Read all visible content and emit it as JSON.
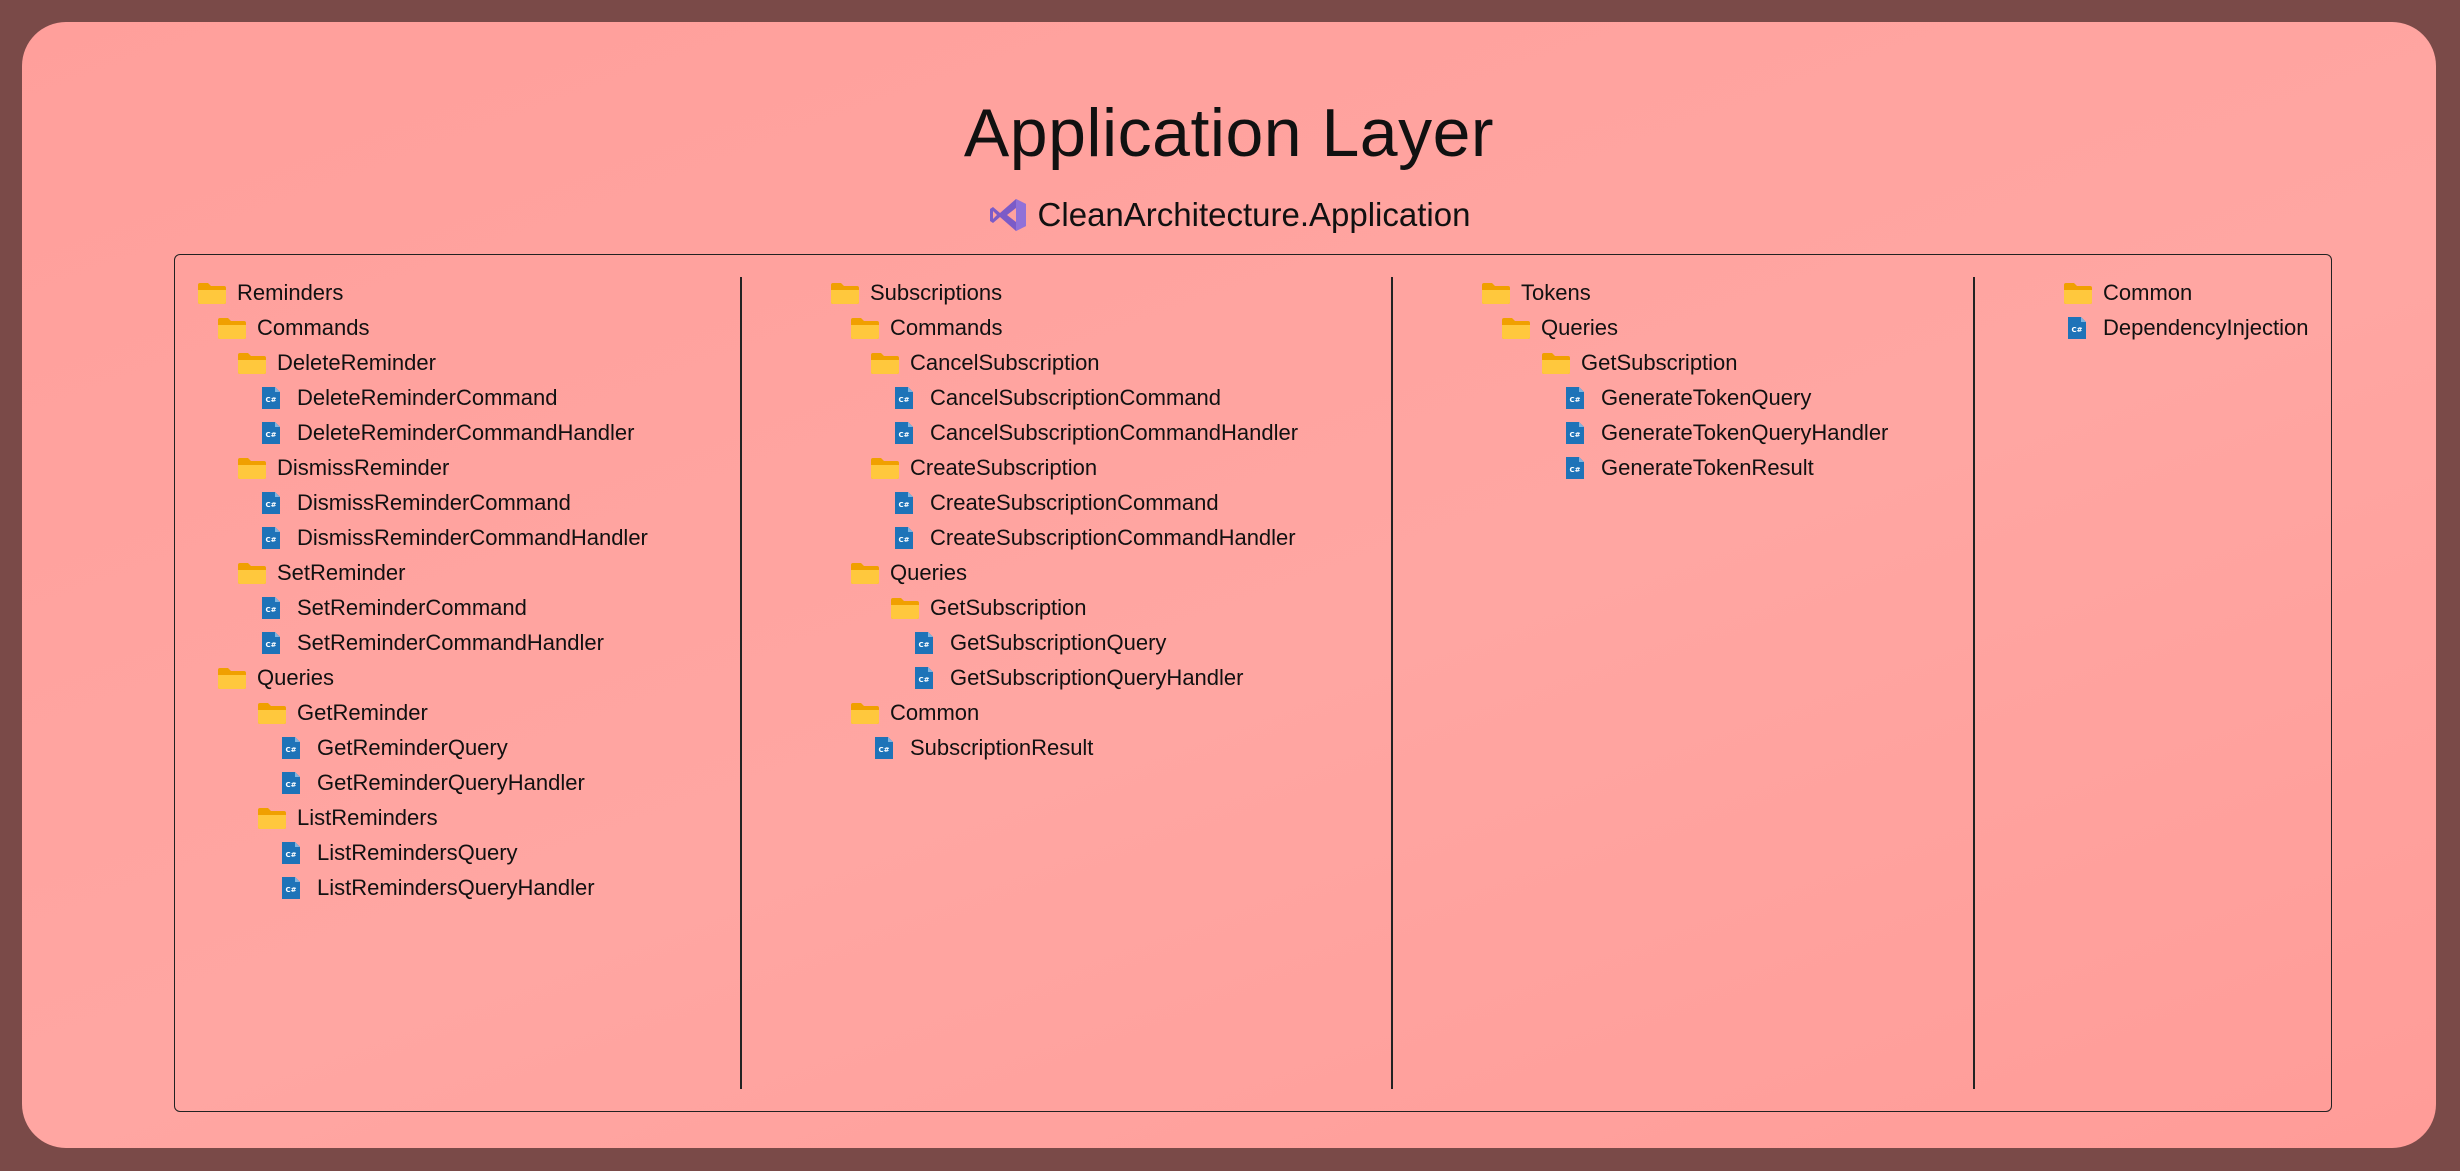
{
  "title": "Application Layer",
  "project": {
    "name": "CleanArchitecture.Application",
    "icon": "visual-studio-icon",
    "icon_color": "#7b5bc7"
  },
  "colors": {
    "background": "#ffa19d",
    "border": "#7a4a48",
    "folder": "#ffb300",
    "file": "#1e73b8"
  },
  "columns": [
    {
      "items": [
        {
          "label": "Reminders",
          "type": "folder",
          "depth": 0
        },
        {
          "label": "Commands",
          "type": "folder",
          "depth": 1
        },
        {
          "label": "DeleteReminder",
          "type": "folder",
          "depth": 2
        },
        {
          "label": "DeleteReminderCommand",
          "type": "file",
          "depth": 3
        },
        {
          "label": "DeleteReminderCommandHandler",
          "type": "file",
          "depth": 3
        },
        {
          "label": "DismissReminder",
          "type": "folder",
          "depth": 2
        },
        {
          "label": "DismissReminderCommand",
          "type": "file",
          "depth": 3
        },
        {
          "label": "DismissReminderCommandHandler",
          "type": "file",
          "depth": 3
        },
        {
          "label": "SetReminder",
          "type": "folder",
          "depth": 2
        },
        {
          "label": "SetReminderCommand",
          "type": "file",
          "depth": 3
        },
        {
          "label": "SetReminderCommandHandler",
          "type": "file",
          "depth": 3
        },
        {
          "label": "Queries",
          "type": "folder",
          "depth": 1
        },
        {
          "label": "GetReminder",
          "type": "folder",
          "depth": 3
        },
        {
          "label": "GetReminderQuery",
          "type": "file",
          "depth": 4
        },
        {
          "label": "GetReminderQueryHandler",
          "type": "file",
          "depth": 4
        },
        {
          "label": "ListReminders",
          "type": "folder",
          "depth": 3
        },
        {
          "label": "ListRemindersQuery",
          "type": "file",
          "depth": 4
        },
        {
          "label": "ListRemindersQueryHandler",
          "type": "file",
          "depth": 4
        }
      ]
    },
    {
      "items": [
        {
          "label": "Subscriptions",
          "type": "folder",
          "depth": 0
        },
        {
          "label": "Commands",
          "type": "folder",
          "depth": 1
        },
        {
          "label": "CancelSubscription",
          "type": "folder",
          "depth": 2
        },
        {
          "label": "CancelSubscriptionCommand",
          "type": "file",
          "depth": 3
        },
        {
          "label": "CancelSubscriptionCommandHandler",
          "type": "file",
          "depth": 3
        },
        {
          "label": "CreateSubscription",
          "type": "folder",
          "depth": 2
        },
        {
          "label": "CreateSubscriptionCommand",
          "type": "file",
          "depth": 3
        },
        {
          "label": "CreateSubscriptionCommandHandler",
          "type": "file",
          "depth": 3
        },
        {
          "label": "Queries",
          "type": "folder",
          "depth": 1
        },
        {
          "label": "GetSubscription",
          "type": "folder",
          "depth": 3
        },
        {
          "label": "GetSubscriptionQuery",
          "type": "file",
          "depth": 4
        },
        {
          "label": "GetSubscriptionQueryHandler",
          "type": "file",
          "depth": 4
        },
        {
          "label": "Common",
          "type": "folder",
          "depth": 1
        },
        {
          "label": "SubscriptionResult",
          "type": "file",
          "depth": 2
        }
      ]
    },
    {
      "items": [
        {
          "label": "Tokens",
          "type": "folder",
          "depth": 0
        },
        {
          "label": "Queries",
          "type": "folder",
          "depth": 1
        },
        {
          "label": "GetSubscription",
          "type": "folder",
          "depth": 3
        },
        {
          "label": "GenerateTokenQuery",
          "type": "file",
          "depth": 4
        },
        {
          "label": "GenerateTokenQueryHandler",
          "type": "file",
          "depth": 4
        },
        {
          "label": "GenerateTokenResult",
          "type": "file",
          "depth": 4
        }
      ]
    },
    {
      "items": [
        {
          "label": "Common",
          "type": "folder",
          "depth": 0
        },
        {
          "label": "DependencyInjection",
          "type": "file",
          "depth": 0
        }
      ]
    }
  ]
}
